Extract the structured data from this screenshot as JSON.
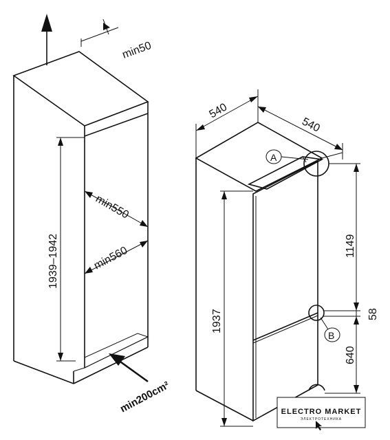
{
  "left_diagram": {
    "clearance_top": "min50",
    "niche_height": "1939–1942",
    "depth_min_a": "min550",
    "depth_min_b": "min560",
    "vent_area": "min200cm²"
  },
  "right_diagram": {
    "width": "540",
    "depth": "540",
    "height": "1937",
    "upper_section": "1149",
    "gap": "58",
    "lower_section": "640",
    "detail_a": "A",
    "detail_b": "B"
  },
  "watermark": {
    "brand": "ELECTRO MARKET",
    "tagline": "ЭЛЕКТРОТЕХНИКА"
  }
}
